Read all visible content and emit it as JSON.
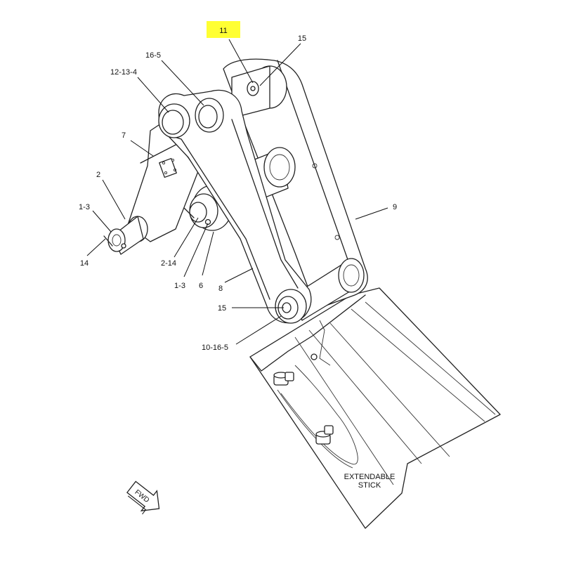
{
  "highlight_color": "#ffff33",
  "callouts": {
    "c11": "11",
    "c15_top": "15",
    "c16_5": "16-5",
    "c12_13_4": "12-13-4",
    "c7": "7",
    "c2": "2",
    "c1_3_left": "1-3",
    "c14": "14",
    "c2_14": "2-14",
    "c1_3_mid": "1-3",
    "c6": "6",
    "c8": "8",
    "c9": "9",
    "c15_bottom": "15",
    "c10_16_5": "10-16-5"
  },
  "stick_label_line1": "EXTENDABLE",
  "stick_label_line2": "STICK",
  "fwd_label": "FWD"
}
